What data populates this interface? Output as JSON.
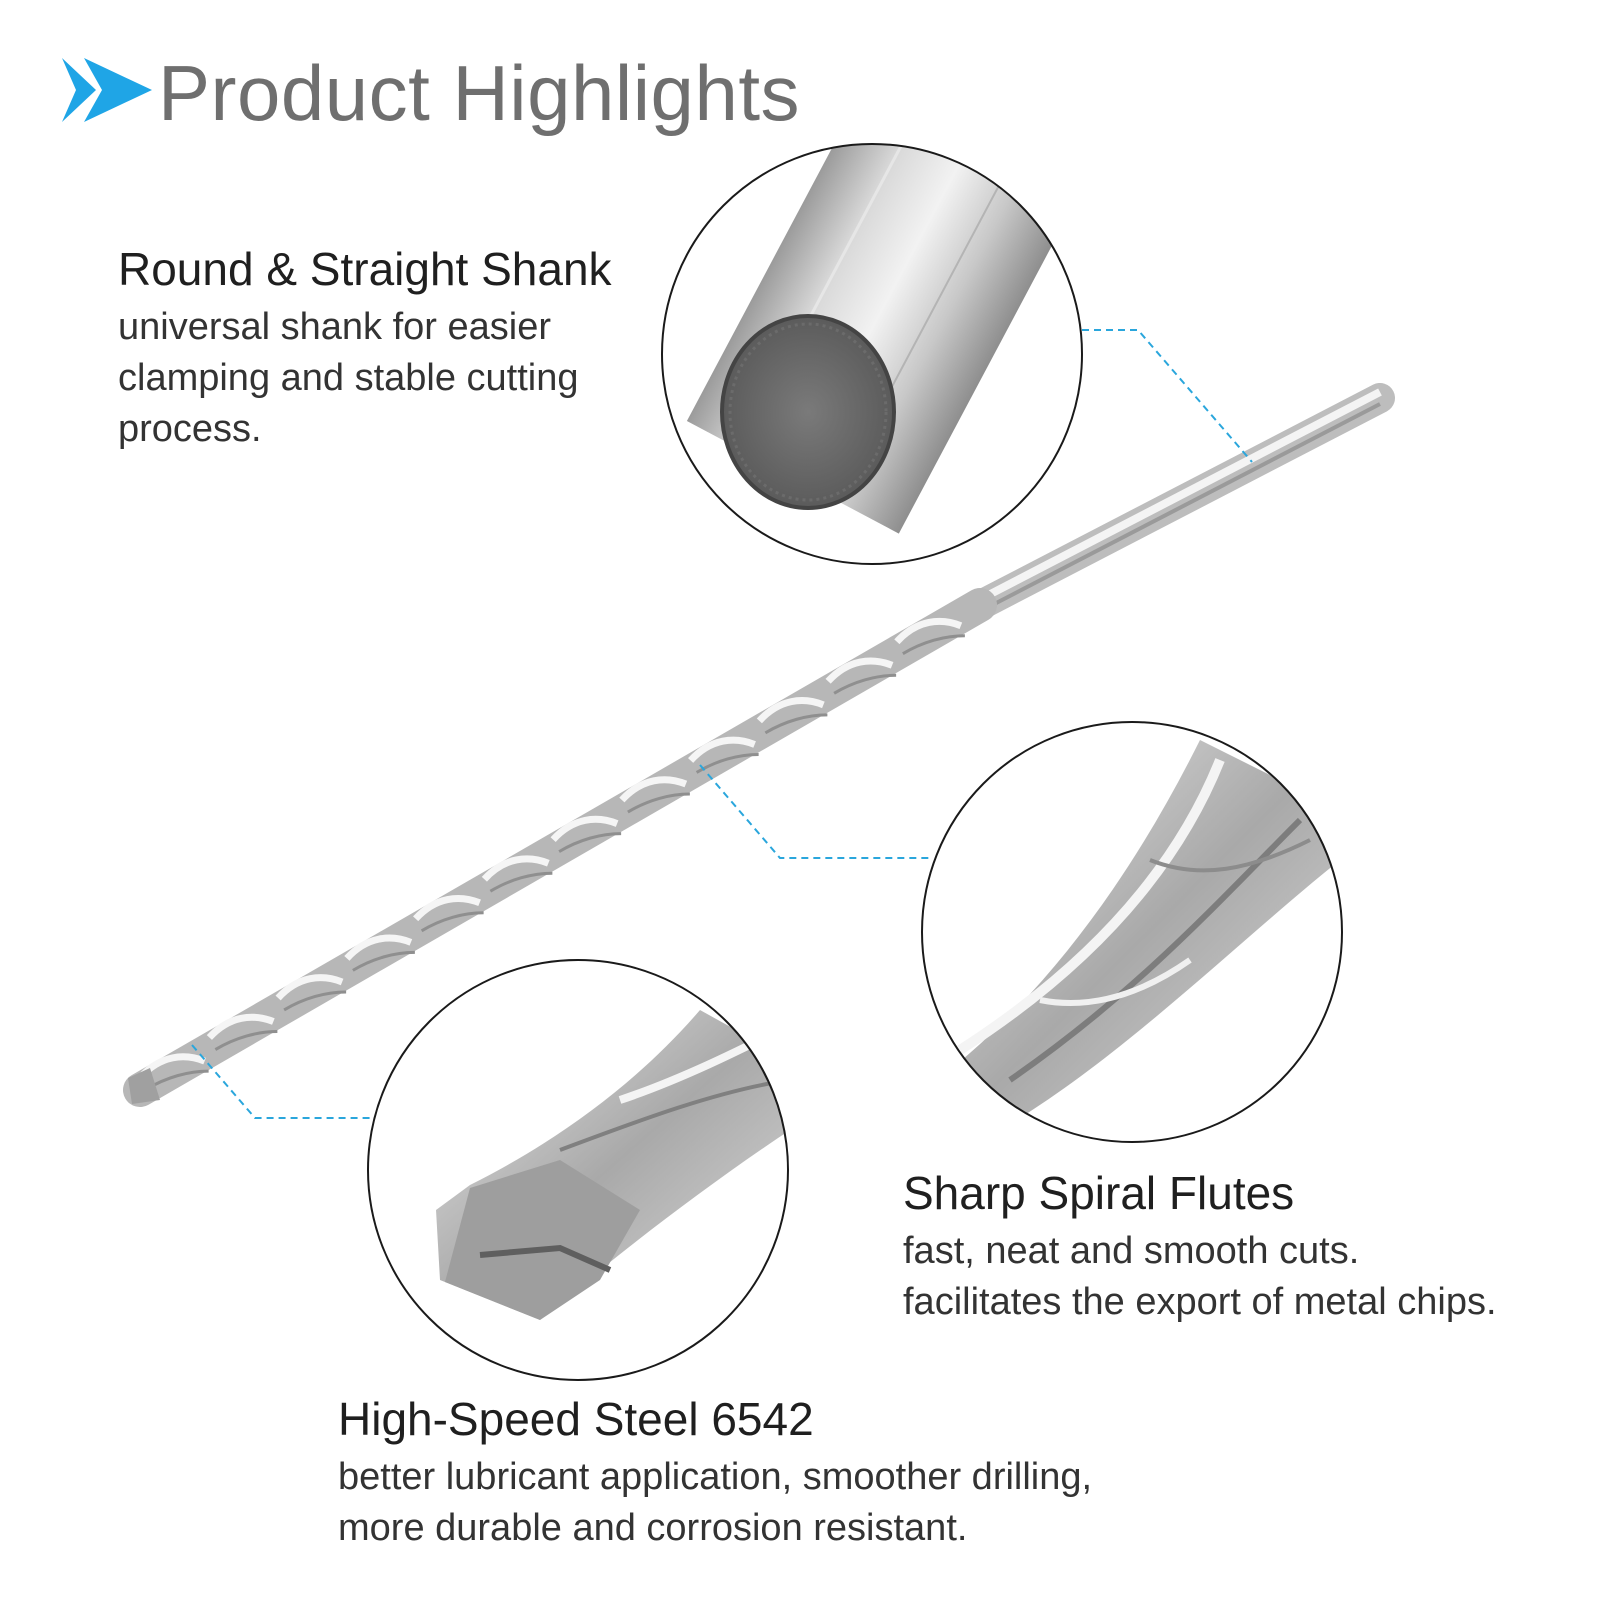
{
  "header": {
    "title": "Product Highlights",
    "accent_color": "#1fa5e6",
    "icon": "double-chevron-right-icon"
  },
  "features": [
    {
      "title": "Round & Straight Shank",
      "lines": [
        "universal shank for easier",
        "clamping and stable cutting",
        "process."
      ]
    },
    {
      "title": "Sharp Spiral Flutes",
      "lines": [
        "fast, neat and smooth cuts.",
        "facilitates the export of metal chips."
      ]
    },
    {
      "title": "High-Speed Steel 6542",
      "lines": [
        "better lubricant application, smoother drilling,",
        "more durable and corrosion resistant."
      ]
    }
  ],
  "colors": {
    "leader_line": "#2aa6dc",
    "steel_light": "#eeeeee",
    "steel_dark": "#8a8a8a",
    "circle_border": "#1a1a1a"
  }
}
